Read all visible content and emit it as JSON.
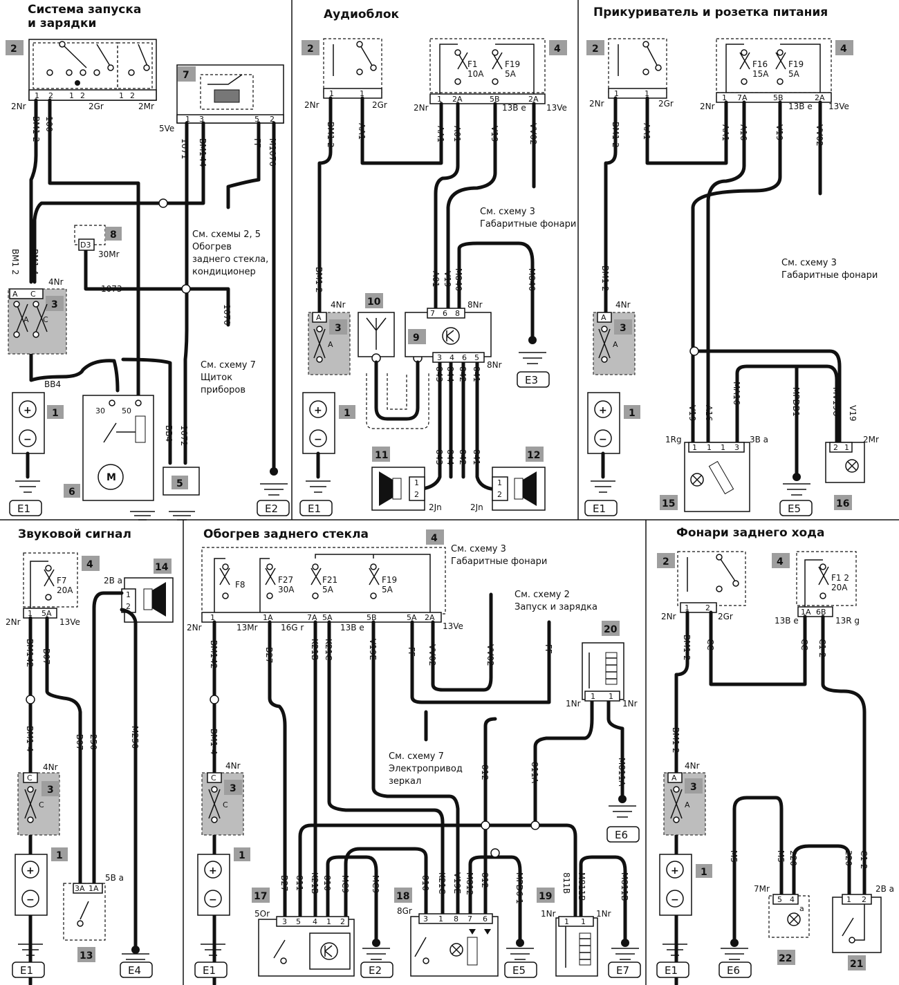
{
  "panels": {
    "start": {
      "title_1": "Система запуска",
      "title_2": "и зарядки"
    },
    "audio": {
      "title": "Аудиоблок"
    },
    "lighter": {
      "title": "Прикуриватель и розетка питания"
    },
    "horn": {
      "title": "Звуковой сигнал"
    },
    "rear_heat": {
      "title": "Обогрев заднего стекла"
    },
    "reverse": {
      "title": "Фонари заднего хода"
    }
  },
  "components": [
    "1",
    "2",
    "3",
    "4",
    "5",
    "6",
    "7",
    "8",
    "9",
    "10",
    "11",
    "12",
    "13",
    "14",
    "15",
    "16",
    "17",
    "18",
    "19",
    "20",
    "21",
    "22"
  ],
  "grounds": [
    "E1",
    "E2",
    "E3",
    "E4",
    "E5",
    "E6",
    "E7"
  ],
  "fuses": {
    "audio": [
      "F1",
      "10A",
      "F19",
      "5A"
    ],
    "lighter": [
      "F16",
      "15A",
      "F19",
      "5A"
    ],
    "horn": [
      "F7",
      "20A"
    ],
    "rear_heat": [
      "F8",
      "F27",
      "30A",
      "F21",
      "5A",
      "F19",
      "5A"
    ],
    "reverse": [
      "F1 2",
      "20A"
    ]
  },
  "wires": {
    "start": [
      "BM1 2",
      "100",
      "1071",
      "BM144",
      "FF",
      "M1070",
      "BM1 4",
      "BM1 2",
      "1073",
      "1070",
      "BB4",
      "BB4",
      "1072"
    ],
    "audio": [
      "BM1 2",
      "AA1",
      "AA1",
      "A01",
      "V19",
      "VV02",
      "BM1 2",
      "A01",
      "V19",
      "M840",
      "M840",
      "843",
      "844",
      "842",
      "841",
      "843",
      "844",
      "842",
      "841"
    ],
    "lighter": [
      "BM1 2",
      "AA1",
      "AA1",
      "A16",
      "V19",
      "VV02",
      "BM1 2",
      "V19",
      "A16",
      "MA16",
      "MPDB1",
      "MV19U",
      "V19"
    ],
    "horn": [
      "BM142",
      "B07",
      "BM1 4",
      "B07",
      "250",
      "M250"
    ],
    "rear_heat": [
      "BM142",
      "B27",
      "K21B",
      "K21C",
      "V19E",
      "FF",
      "VV02",
      "VV02",
      "FF",
      "BM1 4",
      "812",
      "811A",
      "M811A",
      "B27",
      "811",
      "K21B",
      "810",
      "MC9",
      "MC9",
      "810",
      "K21C",
      "V19E",
      "M812",
      "812",
      "MPD6 1",
      "811B",
      "M811B",
      "M811B"
    ],
    "reverse": [
      "BM1 2",
      "CC",
      "CC",
      "C1 2",
      "BM1 2",
      "M5",
      "M5",
      "220",
      "220",
      "C1 2"
    ]
  },
  "connectors": {
    "start": [
      "2Nr",
      "2Gr",
      "2Mr",
      "5Ve",
      "4Nr",
      "30Mr",
      "D3"
    ],
    "audio": [
      "2Nr",
      "2Gr",
      "2Nr",
      "13B e",
      "13Ve",
      "4Nr",
      "8Nr",
      "8Nr",
      "2Jn",
      "2Jn"
    ],
    "lighter": [
      "2Nr",
      "2Gr",
      "2Nr",
      "13B e",
      "13Ve",
      "4Nr",
      "1Rg",
      "3B a",
      "2Mr"
    ],
    "horn": [
      "2Nr",
      "13Ve",
      "2B a",
      "4Nr",
      "5B a"
    ],
    "rear_heat": [
      "2Nr",
      "13Mr",
      "16G r",
      "13B e",
      "13Ve",
      "1Nr",
      "1Nr",
      "4Nr",
      "5Or",
      "8Gr",
      "1Nr",
      "1Nr"
    ],
    "reverse": [
      "2Nr",
      "2Gr",
      "13B e",
      "13R g",
      "4Nr",
      "7Mr",
      "2B a"
    ]
  },
  "pins": {
    "relay_3": [
      "A",
      "C"
    ],
    "relay_3_letters": [
      "A",
      "C"
    ],
    "relay_3_single": [
      "A"
    ],
    "relay_3_c": [
      "C"
    ],
    "p1": "1",
    "p2": "2",
    "p3": "3",
    "p4": "4",
    "p5": "5",
    "p6": "6",
    "p7": "7",
    "p8": "8",
    "p1A": "1A",
    "p2A": "2A",
    "p3A": "3A",
    "p5A": "5A",
    "p5B": "5B",
    "p6B": "6B",
    "p7A": "7A",
    "p30": "30",
    "p50": "50",
    "motor": "M",
    "plus": "+",
    "minus": "−",
    "a": "a"
  },
  "notes": {
    "start_rear": [
      "См. схемы 2, 5",
      "Обогрев",
      "заднего стекла,",
      "кондиционер"
    ],
    "start_dash": [
      "См. схему 7",
      "Щиток",
      "приборов"
    ],
    "audio_side": [
      "См. схему 3",
      "Габаритные фонари"
    ],
    "lighter_side": [
      "См. схему 3",
      "Габаритные фонари"
    ],
    "heat_side": [
      "См. схему 3",
      "Габаритные фонари"
    ],
    "heat_start": [
      "См. схему 2",
      "Запуск и зарядка"
    ],
    "heat_mirror": [
      "См. схему 7",
      "Электропривод",
      "зеркал"
    ]
  }
}
